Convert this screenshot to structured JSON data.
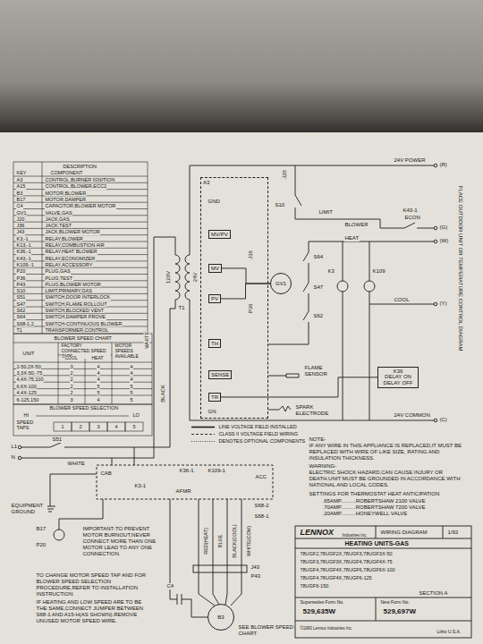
{
  "diagram": {
    "nodes": [
      {
        "text": [
          "A3"
        ]
      },
      {
        "text": [
          "MV/PV"
        ],
        "in": 0
      },
      {
        "text": [
          "MV"
        ],
        "in": 0
      },
      {
        "text": [
          "PV"
        ],
        "in": 0
      },
      {
        "text": [
          "TH"
        ],
        "in": 0
      },
      {
        "text": [
          "SENSE"
        ],
        "in": 0
      },
      {
        "text": [
          "TR"
        ],
        "in": 0
      },
      {
        "text": [
          "GV1"
        ]
      },
      {
        "text": [
          "K36",
          "DELAY ON DELAY OFF"
        ]
      },
      {
        "text": [
          "B3"
        ]
      }
    ],
    "edges": [
      {
        "from": 2,
        "to": 7,
        "arrow": "none"
      },
      {
        "from": 3,
        "to": 7,
        "arrow": "none"
      },
      {
        "from": 6,
        "to": 8,
        "arrow": "none"
      }
    ],
    "labels": [
      "DESCRIPTION",
      "KEY",
      "COMPONENT",
      "A3",
      "CONTROL,BURNER IGNITION",
      "A15",
      "CONTROL,BLOWER,ECC2",
      "B3",
      "MOTOR,BLOWER",
      "B17",
      "MOTOR,DAMPER",
      "C4",
      "CAPACITOR,BLOWER MOTOR",
      "GV1",
      "VALVE,GAS",
      "J20",
      "JACK,GAS",
      "J36",
      "JACK,TEST",
      "J43",
      "JACK,BLOWER MOTOR",
      "K3,-1",
      "RELAY,BLOWER",
      "K13,-1",
      "RELAY,COMBUSTION AIR",
      "K36,-1",
      "RELAY,HEAT BLOWER",
      "K43,-1",
      "RELAY,ECONOMIZER",
      "K109,-1",
      "RELAY,ACCESSORY",
      "P20",
      "PLUG,GAS",
      "P36",
      "PLUG,TEST",
      "P43",
      "PLUG,BLOWER MOTOR",
      "S10",
      "LIMIT,PRIMARY,GAS",
      "S51",
      "SWITCH,DOOR INTERLOCK",
      "S47",
      "SWITCH,FLAME ROLLOUT",
      "S62",
      "SWITCH,BLOCKED VENT",
      "S64",
      "SWITCH,DAMPER PROVE",
      "S68-1,2",
      "SWITCH-CONTINUOUS BLOWER",
      "T1",
      "TRANSFORMER,CONTROL",
      "BLOWER SPEED CHART",
      "UNIT",
      "FACTORY CONNECTED SPEED TAPS",
      "MOTOR SPEEDS AVAILABLE",
      "COOL",
      "HEAT",
      "2-50,2X-50",
      "3",
      "4",
      "4",
      "3,3X-50,-75",
      "2",
      "4",
      "4",
      "4,4X-75,100",
      "2",
      "4",
      "4",
      "6,6X-100",
      "2",
      "5",
      "5",
      "4,4X-125",
      "2",
      "5",
      "5",
      "6-125,150",
      "3",
      "4",
      "5",
      "BLOWER SPEED SELECTION",
      "HI",
      "LO",
      "SPEED TAPS",
      "1",
      "2",
      "3",
      "4",
      "5",
      "GND",
      "GN",
      "J20",
      "S10",
      "LIMIT",
      "J36",
      "P36",
      "S64",
      "S47",
      "S62",
      "K3",
      "K109",
      "FLAME SENSOR",
      "SPARK ELECTRODE",
      "24V POWER",
      "(R)",
      "K43-1",
      "ECON",
      "BLOWER",
      "(G)",
      "HEAT",
      "(W)",
      "COOL",
      "(Y)",
      "24V COMMON",
      "(C)",
      "PLACE OUTDOOR UNIT OR TEMPERATURE CONTROL DIAGRAM",
      "T1",
      "120V",
      "24V",
      "WHITE",
      "BLACK",
      "L1",
      "N",
      "S51",
      "WHITE",
      "CAB",
      "K36-1",
      "K109-1",
      "ACC",
      "K3-1",
      "AFMR",
      "EQUIPMENT GROUND",
      "B17",
      "P20",
      "S68-2",
      "S68-1",
      "J43",
      "P43",
      "RED(HEAT)",
      "BLUE",
      "BLACK(COOL)",
      "WHITE(COM)",
      "C4",
      "IMPORTANT-TO PREVENT MOTOR BURNOUT,NEVER CONNECT MORE THAN ONE MOTOR LEAD TO ANY ONE CONNECTION.",
      "TO CHANGE MOTOR SPEED TAP AND FOR BLOWER SPEED SELECTION PROCEDURE,REFER TO INSTALLATION INSTRUCTION",
      "IF HEATING AND LOW SPEED ARE TO BE THE SAME,CONNECT JUMPER BETWEEN S68-1 AND A15-H(AS SHOWN).REMOVE UNUSED MOTOR SPEED WIRE.",
      "SEE BLOWER SPEED CHART",
      "NOTE-",
      "IF ANY WIRE IN THIS APPLIANCE IS REPLACED,IT MUST BE REPLACED WITH WIRE OF LIKE SIZE, RATING AND INSULATION THICKNESS.",
      "WARNING-",
      "ELECTRIC SHOCK HAZARD,CAN CAUSE INJURY OR DEATH.UNIT MUST BE GROUNDED IN ACCORDANCE WITH NATIONAL AND LOCAL CODES.",
      "SETTINGS FOR THERMOSTAT HEAT ANTICIPATION",
      ".65AMP..........ROBERTSHAW 2100 VALVE",
      ".70AMP..........ROBERTSHAW 7200 VALVE",
      ".20AMP..........HONEYWELL VALVE",
      "LENNOX",
      "Industries Inc.",
      "WIRING DIAGRAM",
      "1/93",
      "HEATING UNITS-GAS",
      "78UGF2,78UGF2X,78UGF3,78UGF3X-50",
      "78UGF3,78UGF3X,78UGF4,78UGF4X-75",
      "78UGF4,78UGF4X,78UGF6,78UGF6X-100",
      "78UGF4,78UGF4X,78UGF6-125",
      "78UGF6-150",
      "SECTION A",
      "Supersedes Form No.",
      "529,635W",
      "New Form No.",
      "529,697W",
      "©1993 Lennox Industries Inc.",
      "Litho U.S.A."
    ],
    "legend": [
      {
        "text": "LINE VOLTAGE FIELD INSTALLED"
      },
      {
        "text": "CLASS II VOLTAGE FIELD WIRING"
      },
      {
        "text": "DENOTES OPTIONAL COMPONENTS"
      }
    ]
  }
}
